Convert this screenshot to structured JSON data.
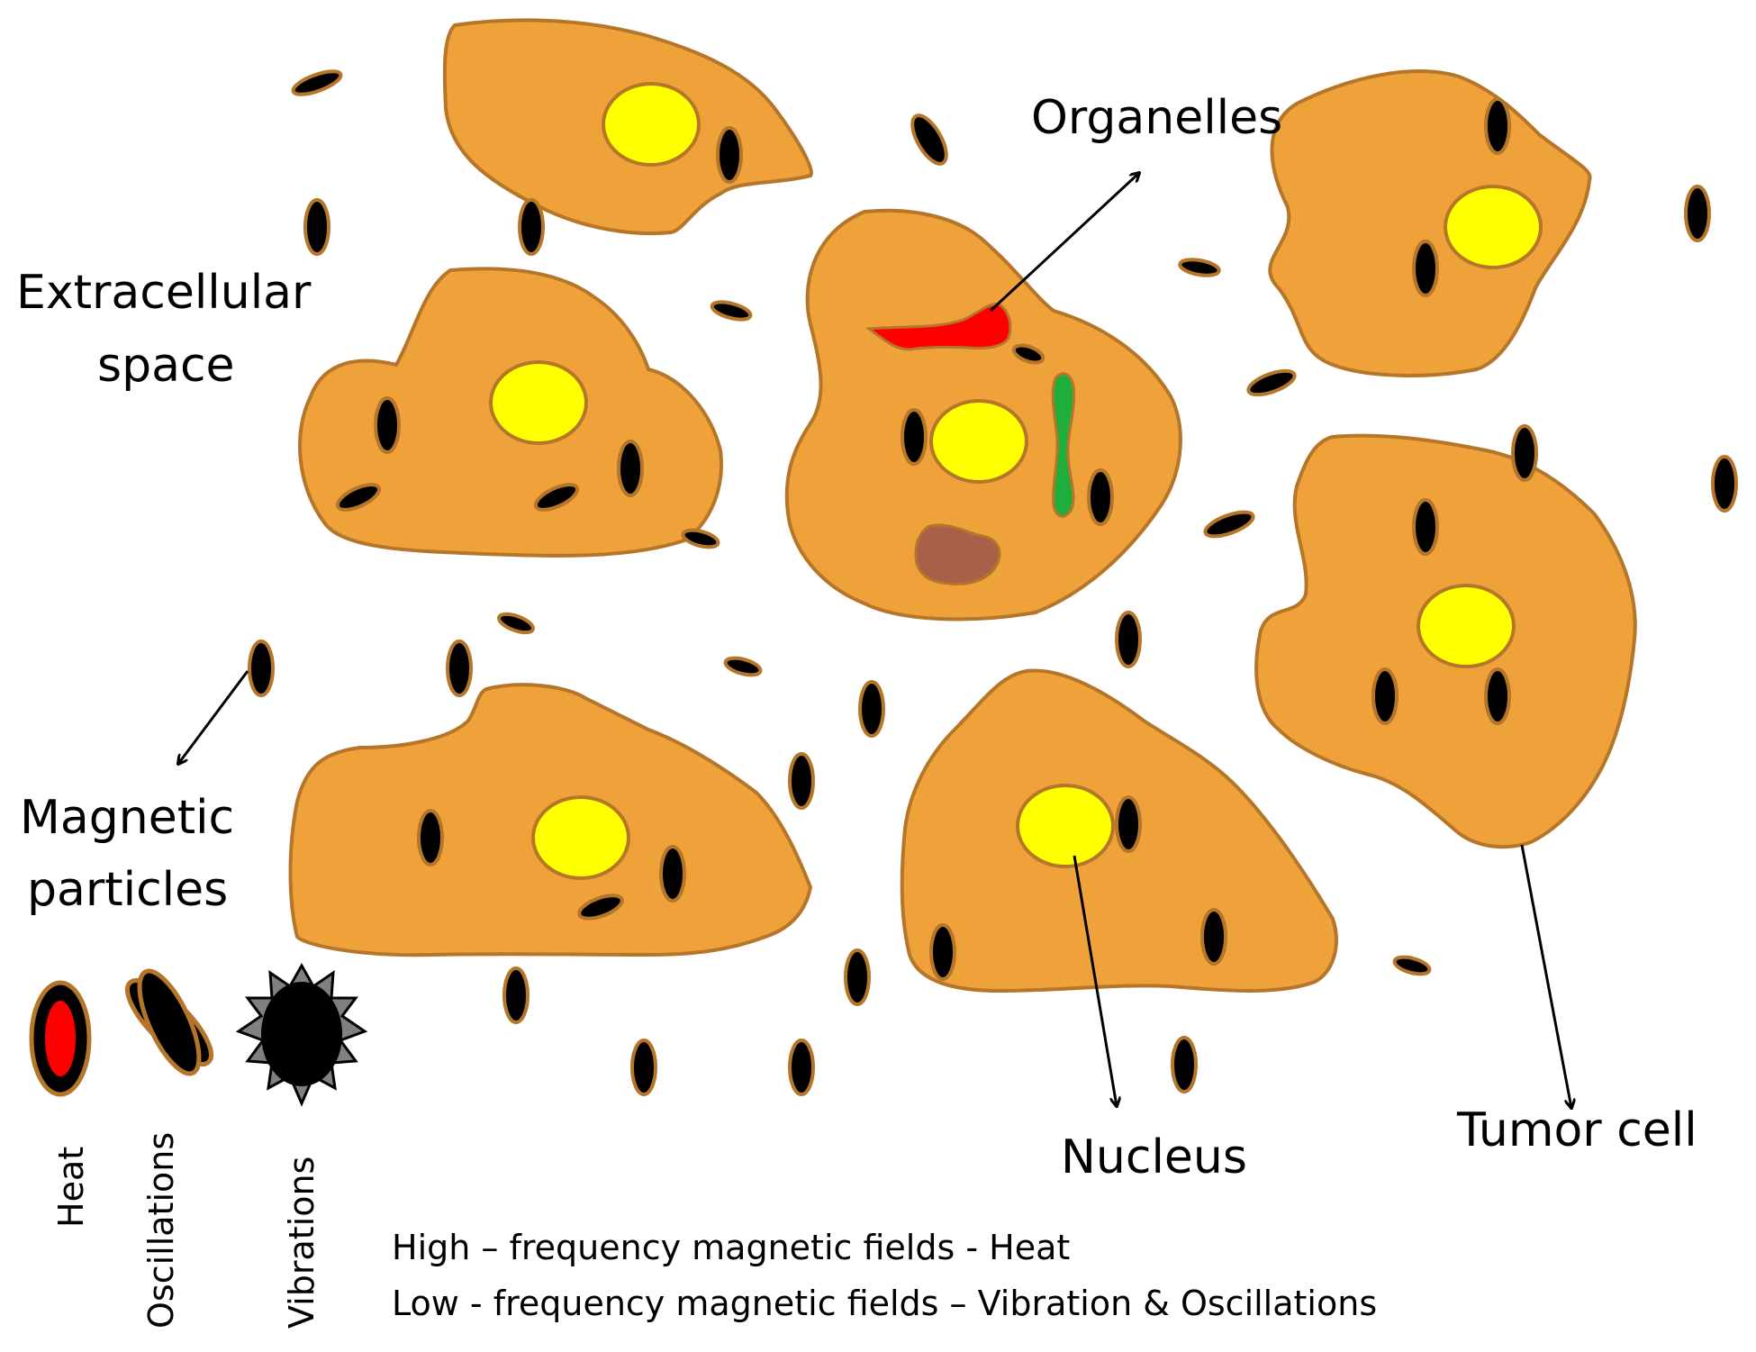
{
  "labels": {
    "organelles": "Organelles",
    "extracellular_line1": "Extracellular",
    "extracellular_line2": "space",
    "magnetic_line1": "Magnetic",
    "magnetic_line2": "particles",
    "nucleus": "Nucleus",
    "tumor_cell": "Tumor cell"
  },
  "legend": {
    "heat": "Heat",
    "oscillations": "Oscillations",
    "vibrations": "Vibrations"
  },
  "notes": {
    "line1": "High – frequency magnetic fields - Heat",
    "line2": "Low - frequency magnetic fields – Vibration & Oscillations"
  },
  "colors": {
    "cell_fill": "#EFA13A",
    "cell_stroke": "#B5762A",
    "nucleus_fill": "#FFFF00",
    "particle_fill": "#000000",
    "particle_rim": "#B5762A",
    "organelle_red": "#FF0000",
    "organelle_green": "#1DAE3B",
    "organelle_brown": "#A86048",
    "vibration_spikes": "#808080"
  }
}
